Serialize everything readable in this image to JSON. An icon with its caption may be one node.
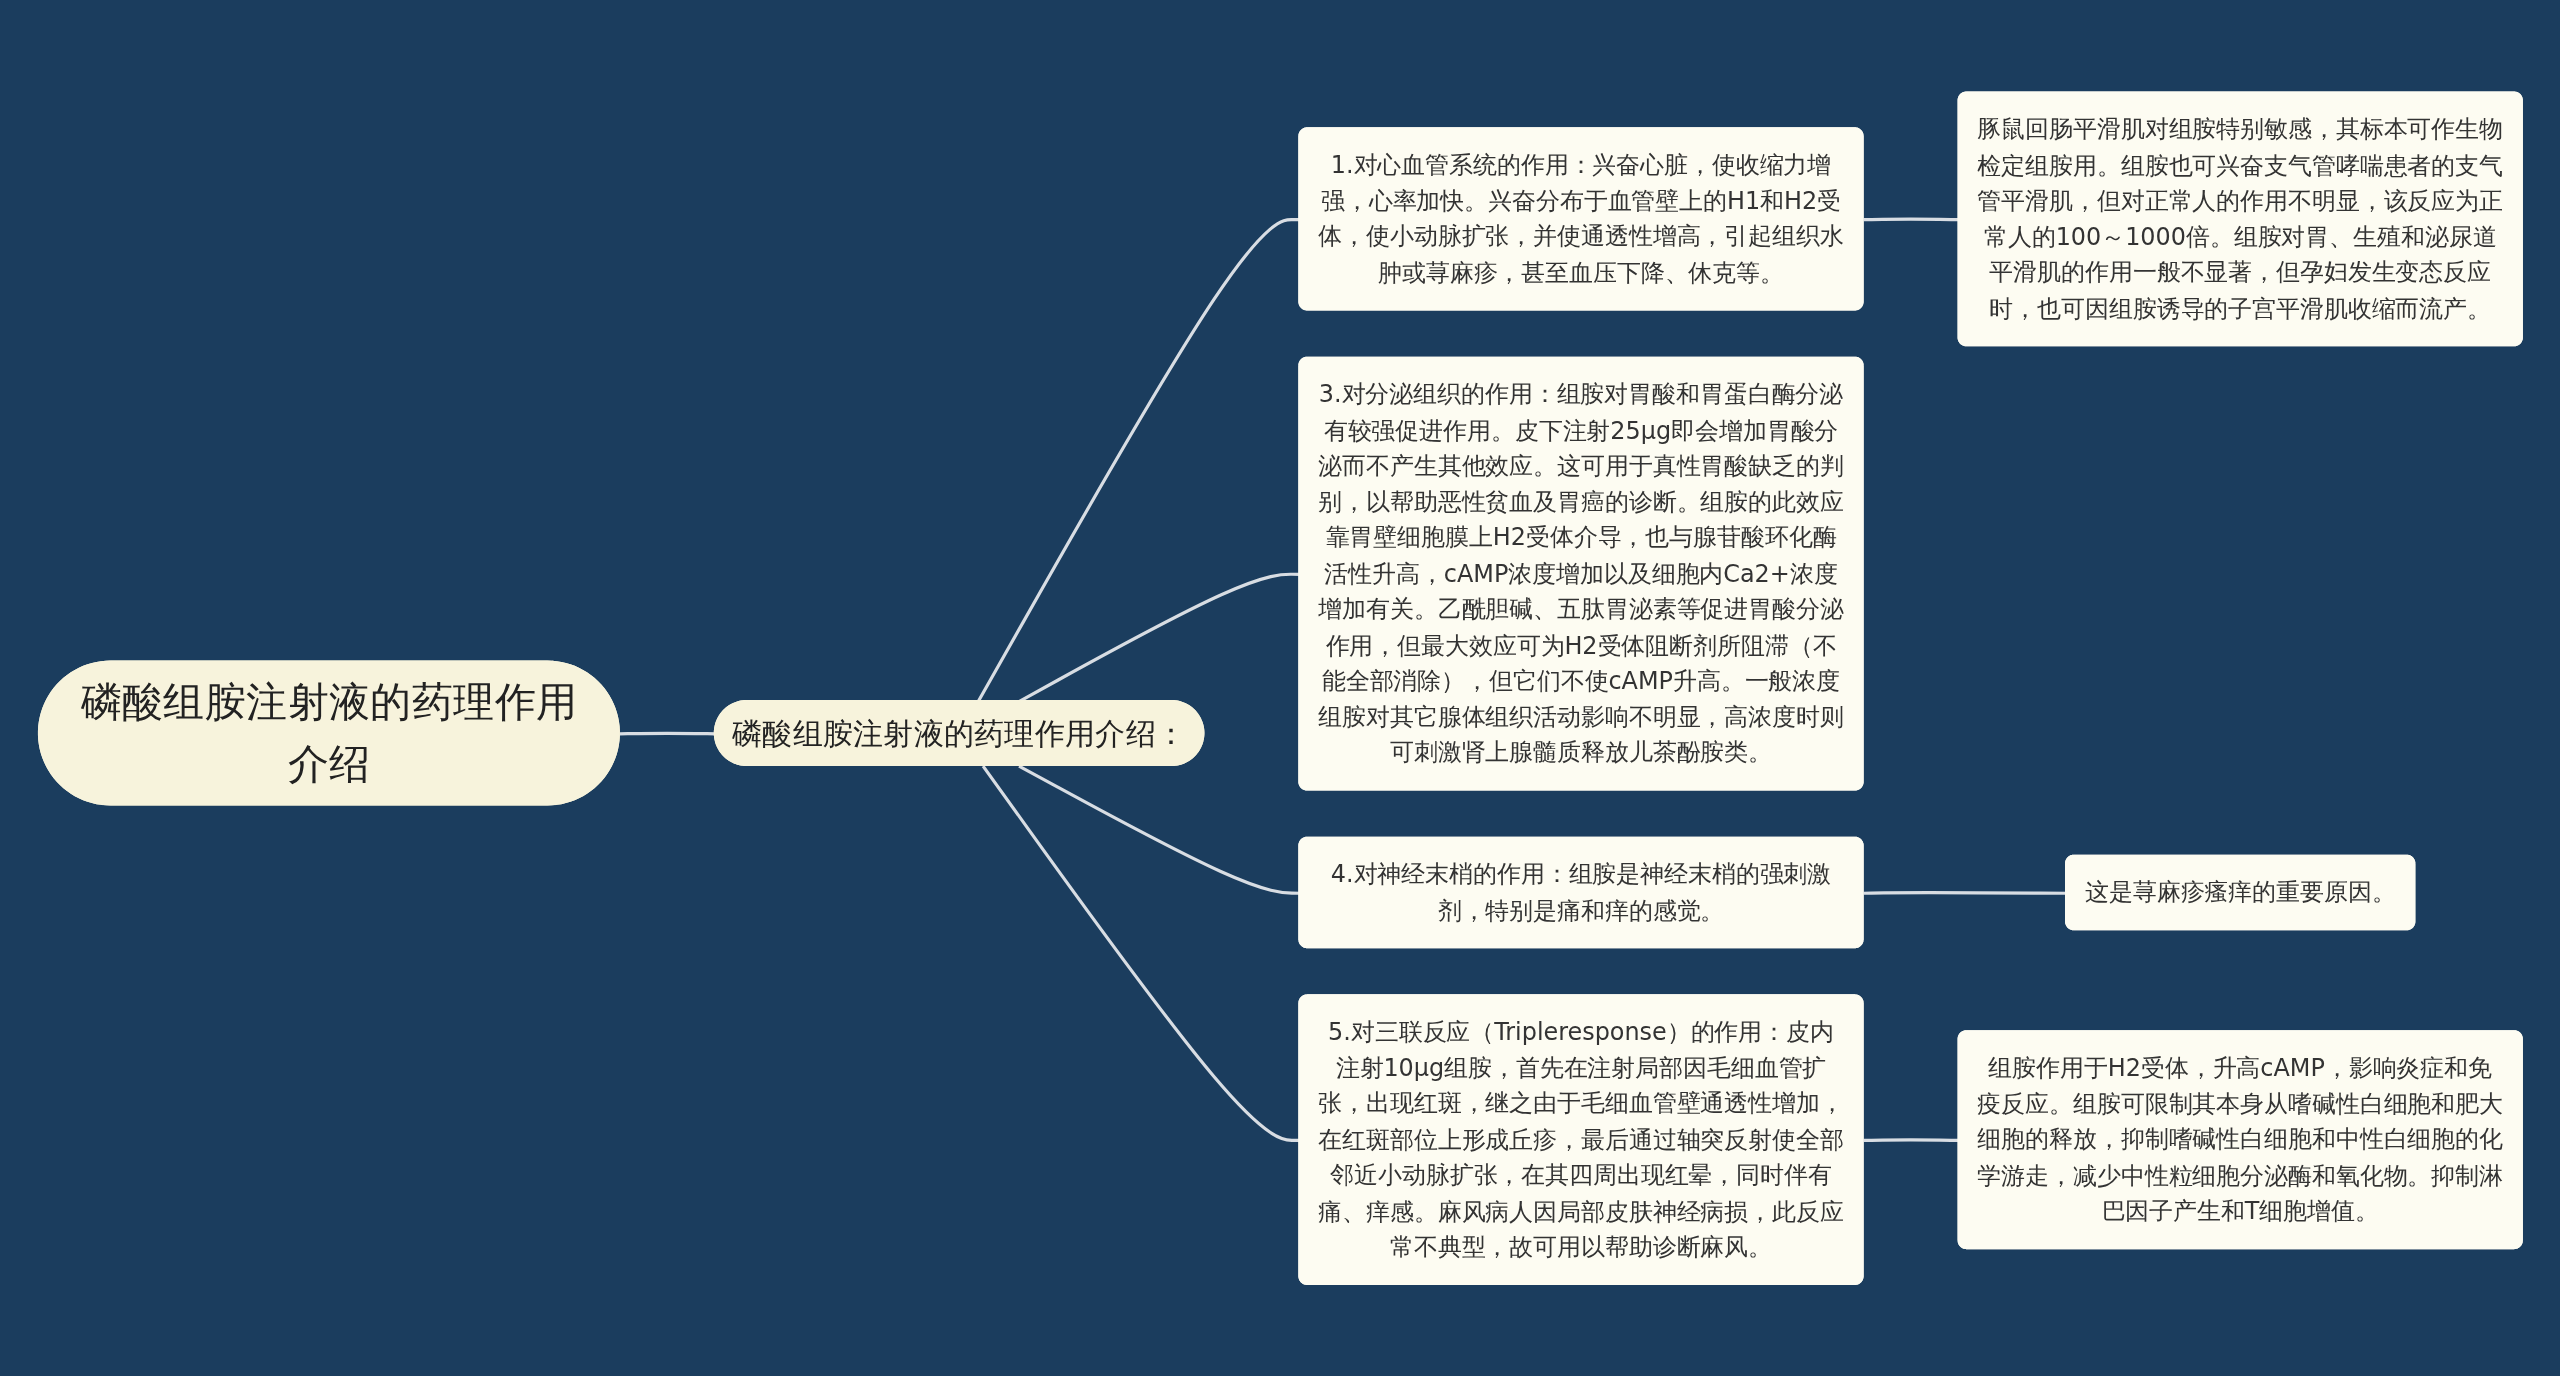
{
  "diagram": {
    "nodes": [
      {
        "text": [
          "磷酸组胺注射液的药理作用介绍"
        ]
      },
      {
        "text": [
          "磷酸组胺注射液的药理作用介绍："
        ]
      },
      {
        "text": [
          "1.对心血管系统的作用：兴奋心脏，使收缩力增强，心率加快。兴奋分布于血管壁上的H1和H2受体，使小动脉扩张，并使通透性增高，引起组织水肿或荨麻疹，甚至血压下降、休克等。"
        ]
      },
      {
        "text": [
          "豚鼠回肠平滑肌对组胺特别敏感，其标本可作生物检定组胺用。组胺也可兴奋支气管哮喘患者的支气管平滑肌，但对正常人的作用不明显，该反应为正常人的100～1000倍。组胺对胃、生殖和泌尿道平滑肌的作用一般不显著，但孕妇发生变态反应时，也可因组胺诱导的子宫平滑肌收缩而流产。"
        ]
      },
      {
        "text": [
          "3.对分泌组织的作用：组胺对胃酸和胃蛋白酶分泌有较强促进作用。皮下注射25μg即会增加胃酸分泌而不产生其他效应。这可用于真性胃酸缺乏的判别，以帮助恶性贫血及胃癌的诊断。组胺的此效应靠胃壁细胞膜上H2受体介导，也与腺苷酸环化酶活性升高，cAMP浓度增加以及细胞内Ca2+浓度增加有关。乙酰胆碱、五肽胃泌素等促进胃酸分泌作用，但最大效应可为H2受体阻断剂所阻滞（不能全部消除），但它们不使cAMP升高。一般浓度组胺对其它腺体组织活动影响不明显，高浓度时则可刺激肾上腺髓质释放儿茶酚胺类。"
        ]
      },
      {
        "text": [
          "4.对神经末梢的作用：组胺是神经末梢的强刺激剂，特别是痛和痒的感觉。"
        ]
      },
      {
        "text": [
          "这是荨麻疹瘙痒的重要原因。"
        ]
      },
      {
        "text": [
          "5.对三联反应（Tripleresponse）的作用：皮内注射10μg组胺，首先在注射局部因毛细血管扩张，出现红斑，继之由于毛细血管壁通透性增加，在红斑部位上形成丘疹，最后通过轴突反射使全部邻近小动脉扩张，在其四周出现红晕，同时伴有痛、痒感。麻风病人因局部皮肤神经病损，此反应常不典型，故可用以帮助诊断麻风。"
        ]
      },
      {
        "text": [
          "组胺作用于H2受体，升高cAMP，影响炎症和免疫反应。组胺可限制其本身从嗜碱性白细胞和肥大细胞的释放，抑制嗜碱性白细胞和中性白细胞的化学游走，减少中性粒细胞分泌酶和氧化物。抑制淋巴因子产生和T细胞增值。"
        ]
      }
    ],
    "edges": [
      {
        "from": 0,
        "to": 1,
        "arrow": "none"
      },
      {
        "from": 1,
        "to": 2,
        "arrow": "none"
      },
      {
        "from": 1,
        "to": 4,
        "arrow": "none"
      },
      {
        "from": 1,
        "to": 5,
        "arrow": "none"
      },
      {
        "from": 1,
        "to": 7,
        "arrow": "none"
      },
      {
        "from": 2,
        "to": 3,
        "arrow": "none"
      },
      {
        "from": 5,
        "to": 6,
        "arrow": "none"
      },
      {
        "from": 7,
        "to": 8,
        "arrow": "none"
      }
    ]
  }
}
